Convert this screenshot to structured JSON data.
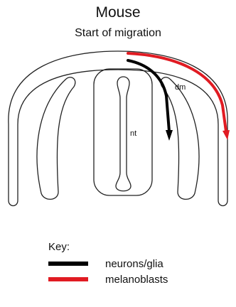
{
  "header": {
    "title": "Mouse",
    "subtitle": "Start of migration"
  },
  "labels": {
    "nt": "nt",
    "dm": "dm"
  },
  "key": {
    "title": "Key:",
    "items": [
      {
        "label": "neurons/glia",
        "color": "#000000"
      },
      {
        "label": "melanoblasts",
        "color": "#e11b22"
      }
    ]
  }
}
